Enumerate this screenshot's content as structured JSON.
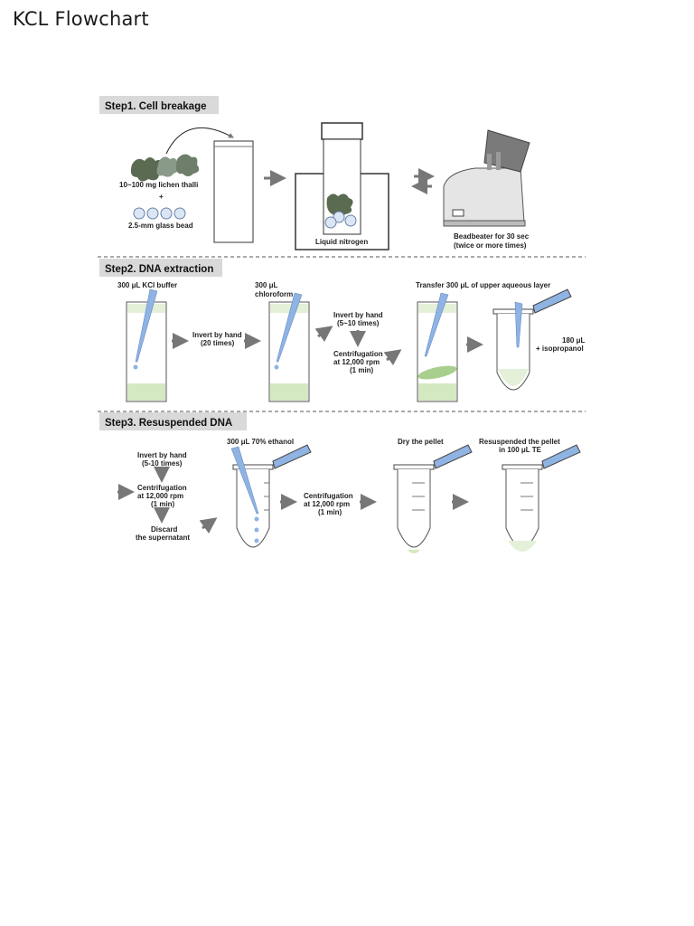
{
  "page": {
    "title": "KCL Flowchart"
  },
  "steps": [
    {
      "title": "Step1. Cell breakage",
      "labels": {
        "sample": "10~100 mg lichen thalli",
        "plus": "+",
        "bead": "2.5-mm glass bead",
        "nitrogen": "Liquid nitrogen",
        "beadbeater_1": "Beadbeater for 30 sec",
        "beadbeater_2": "(twice or more times)"
      }
    },
    {
      "title": "Step2. DNA extraction",
      "labels": {
        "kcl": "300 μL KCl buffer",
        "chloro_1": "300 μL",
        "chloro_2": "chloroform",
        "invert20_1": "Invert by hand",
        "invert20_2": "(20 times)",
        "invert510_1": "Invert by hand",
        "invert510_2": "(5~10 times)",
        "centri_1": "Centrifugation",
        "centri_2": "at 12,000 rpm",
        "centri_3": "(1 min)",
        "transfer": "Transfer 300 μL of upper aqueous layer",
        "iso_1": "180 μL",
        "iso_2": "+ isopropanol"
      }
    },
    {
      "title": "Step3. Resuspended DNA",
      "labels": {
        "invert_1": "Invert by hand",
        "invert_2": "(5-10 times)",
        "centri_1": "Centrifugation",
        "centri_2": "at 12,000 rpm",
        "centri_3": "(1 min)",
        "discard_1": "Discard",
        "discard_2": "the supernatant",
        "ethanol": "300 μL 70% ethanol",
        "centri2_1": "Centrifugation",
        "centri2_2": "at 12,000 rpm",
        "centri2_3": "(1 min)",
        "dry": "Dry the pellet",
        "resus_1": "Resuspended the pellet",
        "resus_2": "in 100 μL TE"
      }
    }
  ],
  "colors": {
    "step_bg": "#d9d9d9",
    "arrow": "#777777",
    "tip": "#8fb3e3",
    "liquid": "#e4f0d8",
    "pellet": "#d4e8c2"
  }
}
